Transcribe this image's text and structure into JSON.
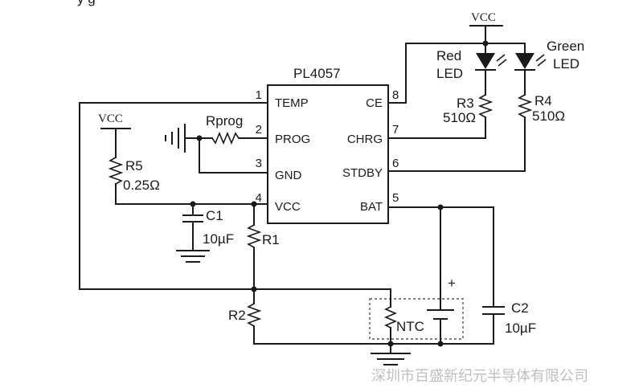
{
  "header": {
    "partial_title": "y     g"
  },
  "ic": {
    "name": "PL4057",
    "pins": {
      "temp": {
        "num": "1",
        "label": "TEMP"
      },
      "prog": {
        "num": "2",
        "label": "PROG"
      },
      "gnd": {
        "num": "3",
        "label": "GND"
      },
      "vcc": {
        "num": "4",
        "label": "VCC"
      },
      "bat": {
        "num": "5",
        "label": "BAT"
      },
      "stdby": {
        "num": "6",
        "label": "STDBY"
      },
      "chrg": {
        "num": "7",
        "label": "CHRG"
      },
      "ce": {
        "num": "8",
        "label": "CE"
      }
    }
  },
  "supplies": {
    "vcc_top": "VCC",
    "vcc_left": "VCC"
  },
  "components": {
    "rprog": "Rprog",
    "r5_name": "R5",
    "r5_value": "0.25Ω",
    "c1_name": "C1",
    "c1_value": "10µF",
    "r1_name": "R1",
    "r2_name": "R2",
    "r3_name": "R3",
    "r3_value": "510Ω",
    "r4_name": "R4",
    "r4_value": "510Ω",
    "red_led_line1": "Red",
    "red_led_line2": "LED",
    "green_led_line1": "Green",
    "green_led_line2": "LED",
    "ntc": "NTC",
    "battery_plus": "+",
    "c2_name": "C2",
    "c2_value": "10µF"
  },
  "watermark": "深圳市百盛新纪元半导体有限公司"
}
